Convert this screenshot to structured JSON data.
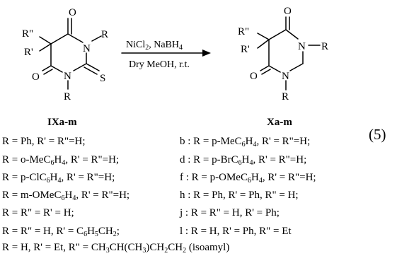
{
  "reaction": {
    "reactant_label": "IXa-m",
    "product_label": "Xa-m",
    "reagents": [
      "NiCl",
      "2",
      ", NaBH",
      "4"
    ],
    "solvent": "Dry MeOH, r.t.",
    "equation_number": "(5)",
    "atoms": {
      "R": "R",
      "R1": "R'",
      "R2": "R\"",
      "N": "N",
      "O": "O",
      "S": "S"
    }
  },
  "substituents": {
    "rows": [
      {
        "left": [
          {
            "t": "R = Ph, R' = R\"=H;"
          }
        ],
        "right": [
          {
            "t": "b : R = p-MeC"
          },
          {
            "s": "6"
          },
          {
            "t": "H"
          },
          {
            "s": "4"
          },
          {
            "t": ", R' = R\"=H;"
          }
        ]
      },
      {
        "left": [
          {
            "t": "R = o-MeC"
          },
          {
            "s": "6"
          },
          {
            "t": "H"
          },
          {
            "s": "4"
          },
          {
            "t": ", R' = R\"=H;"
          }
        ],
        "right": [
          {
            "t": "d : R = p-BrC"
          },
          {
            "s": "6"
          },
          {
            "t": "H"
          },
          {
            "s": "4"
          },
          {
            "t": ", R' = R\"=H;"
          }
        ]
      },
      {
        "left": [
          {
            "t": "R = p-ClC"
          },
          {
            "s": "6"
          },
          {
            "t": "H"
          },
          {
            "s": "4"
          },
          {
            "t": ", R' = R\"=H;"
          }
        ],
        "right": [
          {
            "t": "f : R = p-OMeC"
          },
          {
            "s": "6"
          },
          {
            "t": "H"
          },
          {
            "s": "4"
          },
          {
            "t": ", R' = R\"=H;"
          }
        ]
      },
      {
        "left": [
          {
            "t": "R = m-OMeC"
          },
          {
            "s": "6"
          },
          {
            "t": "H"
          },
          {
            "s": "4"
          },
          {
            "t": ", R' = R\"=H;"
          }
        ],
        "right": [
          {
            "t": "h : R = Ph, R' = Ph, R\" = H;"
          }
        ]
      },
      {
        "left": [
          {
            "t": "R = R\" = R' = H;"
          }
        ],
        "right": [
          {
            "t": "j : R = R\" = H, R' = Ph;"
          }
        ]
      },
      {
        "left": [
          {
            "t": "R = R\" = H, R' = C"
          },
          {
            "s": "6"
          },
          {
            "t": "H"
          },
          {
            "s": "5"
          },
          {
            "t": "CH"
          },
          {
            "s": "2"
          },
          {
            "t": ";"
          }
        ],
        "right": [
          {
            "t": "l : R = H, R' = Ph, R\" = Et"
          }
        ]
      },
      {
        "left": [
          {
            "t": "R = H, R' = Et, R\" = CH"
          },
          {
            "s": "3"
          },
          {
            "t": "CH(CH"
          },
          {
            "s": "3"
          },
          {
            "t": ")CH"
          },
          {
            "s": "2"
          },
          {
            "t": "CH"
          },
          {
            "s": "2"
          },
          {
            "t": " (isoamyl)"
          }
        ],
        "right": []
      }
    ]
  }
}
